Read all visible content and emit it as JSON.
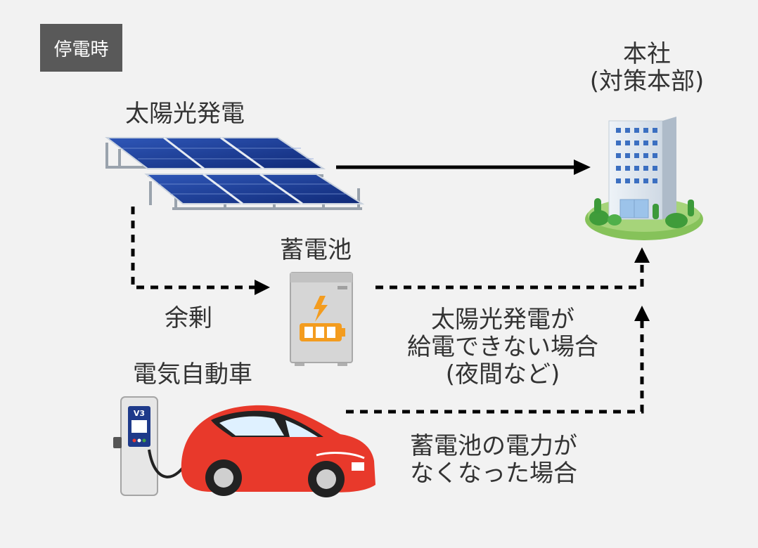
{
  "mode_tag": "停電時",
  "headquarters": {
    "line1": "本社",
    "line2": "(対策本部)"
  },
  "solar": {
    "label": "太陽光発電"
  },
  "battery": {
    "label": "蓄電池"
  },
  "surplus": {
    "label": "余剰"
  },
  "ev": {
    "label": "電気自動車",
    "charger_badge": "V3"
  },
  "note_solar": {
    "line1": "太陽光発電が",
    "line2": "給電できない場合",
    "line3": "(夜間など)"
  },
  "note_battery": {
    "line1": "蓄電池の電力が",
    "line2": "なくなった場合"
  },
  "colors": {
    "background": "#f2f2f2",
    "tag_bg": "#595959",
    "car": "#e8392b",
    "bolt": "#f39c1f",
    "text": "#333333"
  }
}
